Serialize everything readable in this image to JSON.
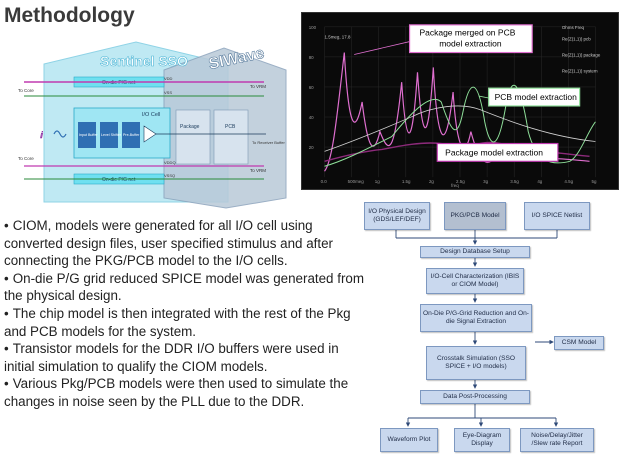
{
  "title": "Methodology",
  "diagram": {
    "sentinel_label": "Sentinel SSO",
    "siwave_label": "SIWave",
    "to_core_top": "To Core",
    "to_core_bottom": "To Core",
    "die_pg_top": "On-die P/G net",
    "die_pg_bottom": "On-die P/G net",
    "io_cell": "I/O Cell",
    "input_buffer": "Input Buffer",
    "level_shifter": "Level Shifter",
    "pre_buffer": "Pre-Buffer",
    "package": "Package",
    "pcb": "PCB",
    "to_receiver": "To Receiver Buffer",
    "vdd": "VDD",
    "vss": "VSS",
    "vddq": "VDDQ",
    "vssq": "VSSQ",
    "to_vrm_top": "To VRM",
    "to_vrm_bottom": "To VRM"
  },
  "plot": {
    "callout_merged": "Package merged on PCB model extraction",
    "callout_pcb": "PCB model extraction",
    "callout_pkg": "Package model extraction",
    "legend_header": "Ohms  Freq",
    "legend_items": [
      "Re(Z(1,1)) pcb",
      "Re(Z(1,1)) package",
      "Re(Z(1,1)) system"
    ],
    "x_ticks": [
      "0.0",
      "500meg",
      "1g",
      "1.5g",
      "2g",
      "2.5g",
      "3g",
      "3.5g",
      "4g",
      "4.5g",
      "5g"
    ],
    "x_unit": "freq",
    "y_ticks": [
      "100",
      "80",
      "60",
      "40",
      "20"
    ],
    "annot": "1.5meg, 17.8"
  },
  "bullets": [
    "CIOM, models were generated for all I/O cell using converted design files, user specified stimulus and after connecting the PKG/PCB model to the I/O cells.",
    "On-die P/G grid reduced SPICE model was generated from the physical design.",
    "The chip model is then integrated with the rest of the Pkg and PCB models for the system.",
    "Transistor models for the DDR I/O buffers were used in initial simulation to qualify the CIOM models.",
    "Various Pkg/PCB models were then used to simulate the changes in noise seen by the PLL due to the DDR."
  ],
  "flow": {
    "io_physical": "I/O Physical Design (GDS/LEF/DEF)",
    "pkg_pcb": "PKG/PCB Model",
    "io_spice": "I/O SPICE Netlist",
    "db_setup": "Design Database Setup",
    "char": "I/O-Cell Characterization (IBIS or CIOM Model)",
    "pg_grid": "On-Die P/G-Grid Reduction and On-die Signal Extraction",
    "crosstalk": "Crosstalk Simulation (SSO SPICE + I/O models)",
    "csm": "CSM Model",
    "post": "Data Post-Processing",
    "waveform": "Waveform Plot",
    "eye": "Eye-Diagram Display",
    "noise": "Noise/Delay/Jitter /Slew rate Report"
  },
  "colors": {
    "sentinel_fill": "#bfe9f3",
    "siwave_fill": "#b9c9d8",
    "pink": "#e06fd0",
    "green": "#8fe09a",
    "white": "#e6e6e6",
    "flow_box": "#c9d8ee"
  }
}
